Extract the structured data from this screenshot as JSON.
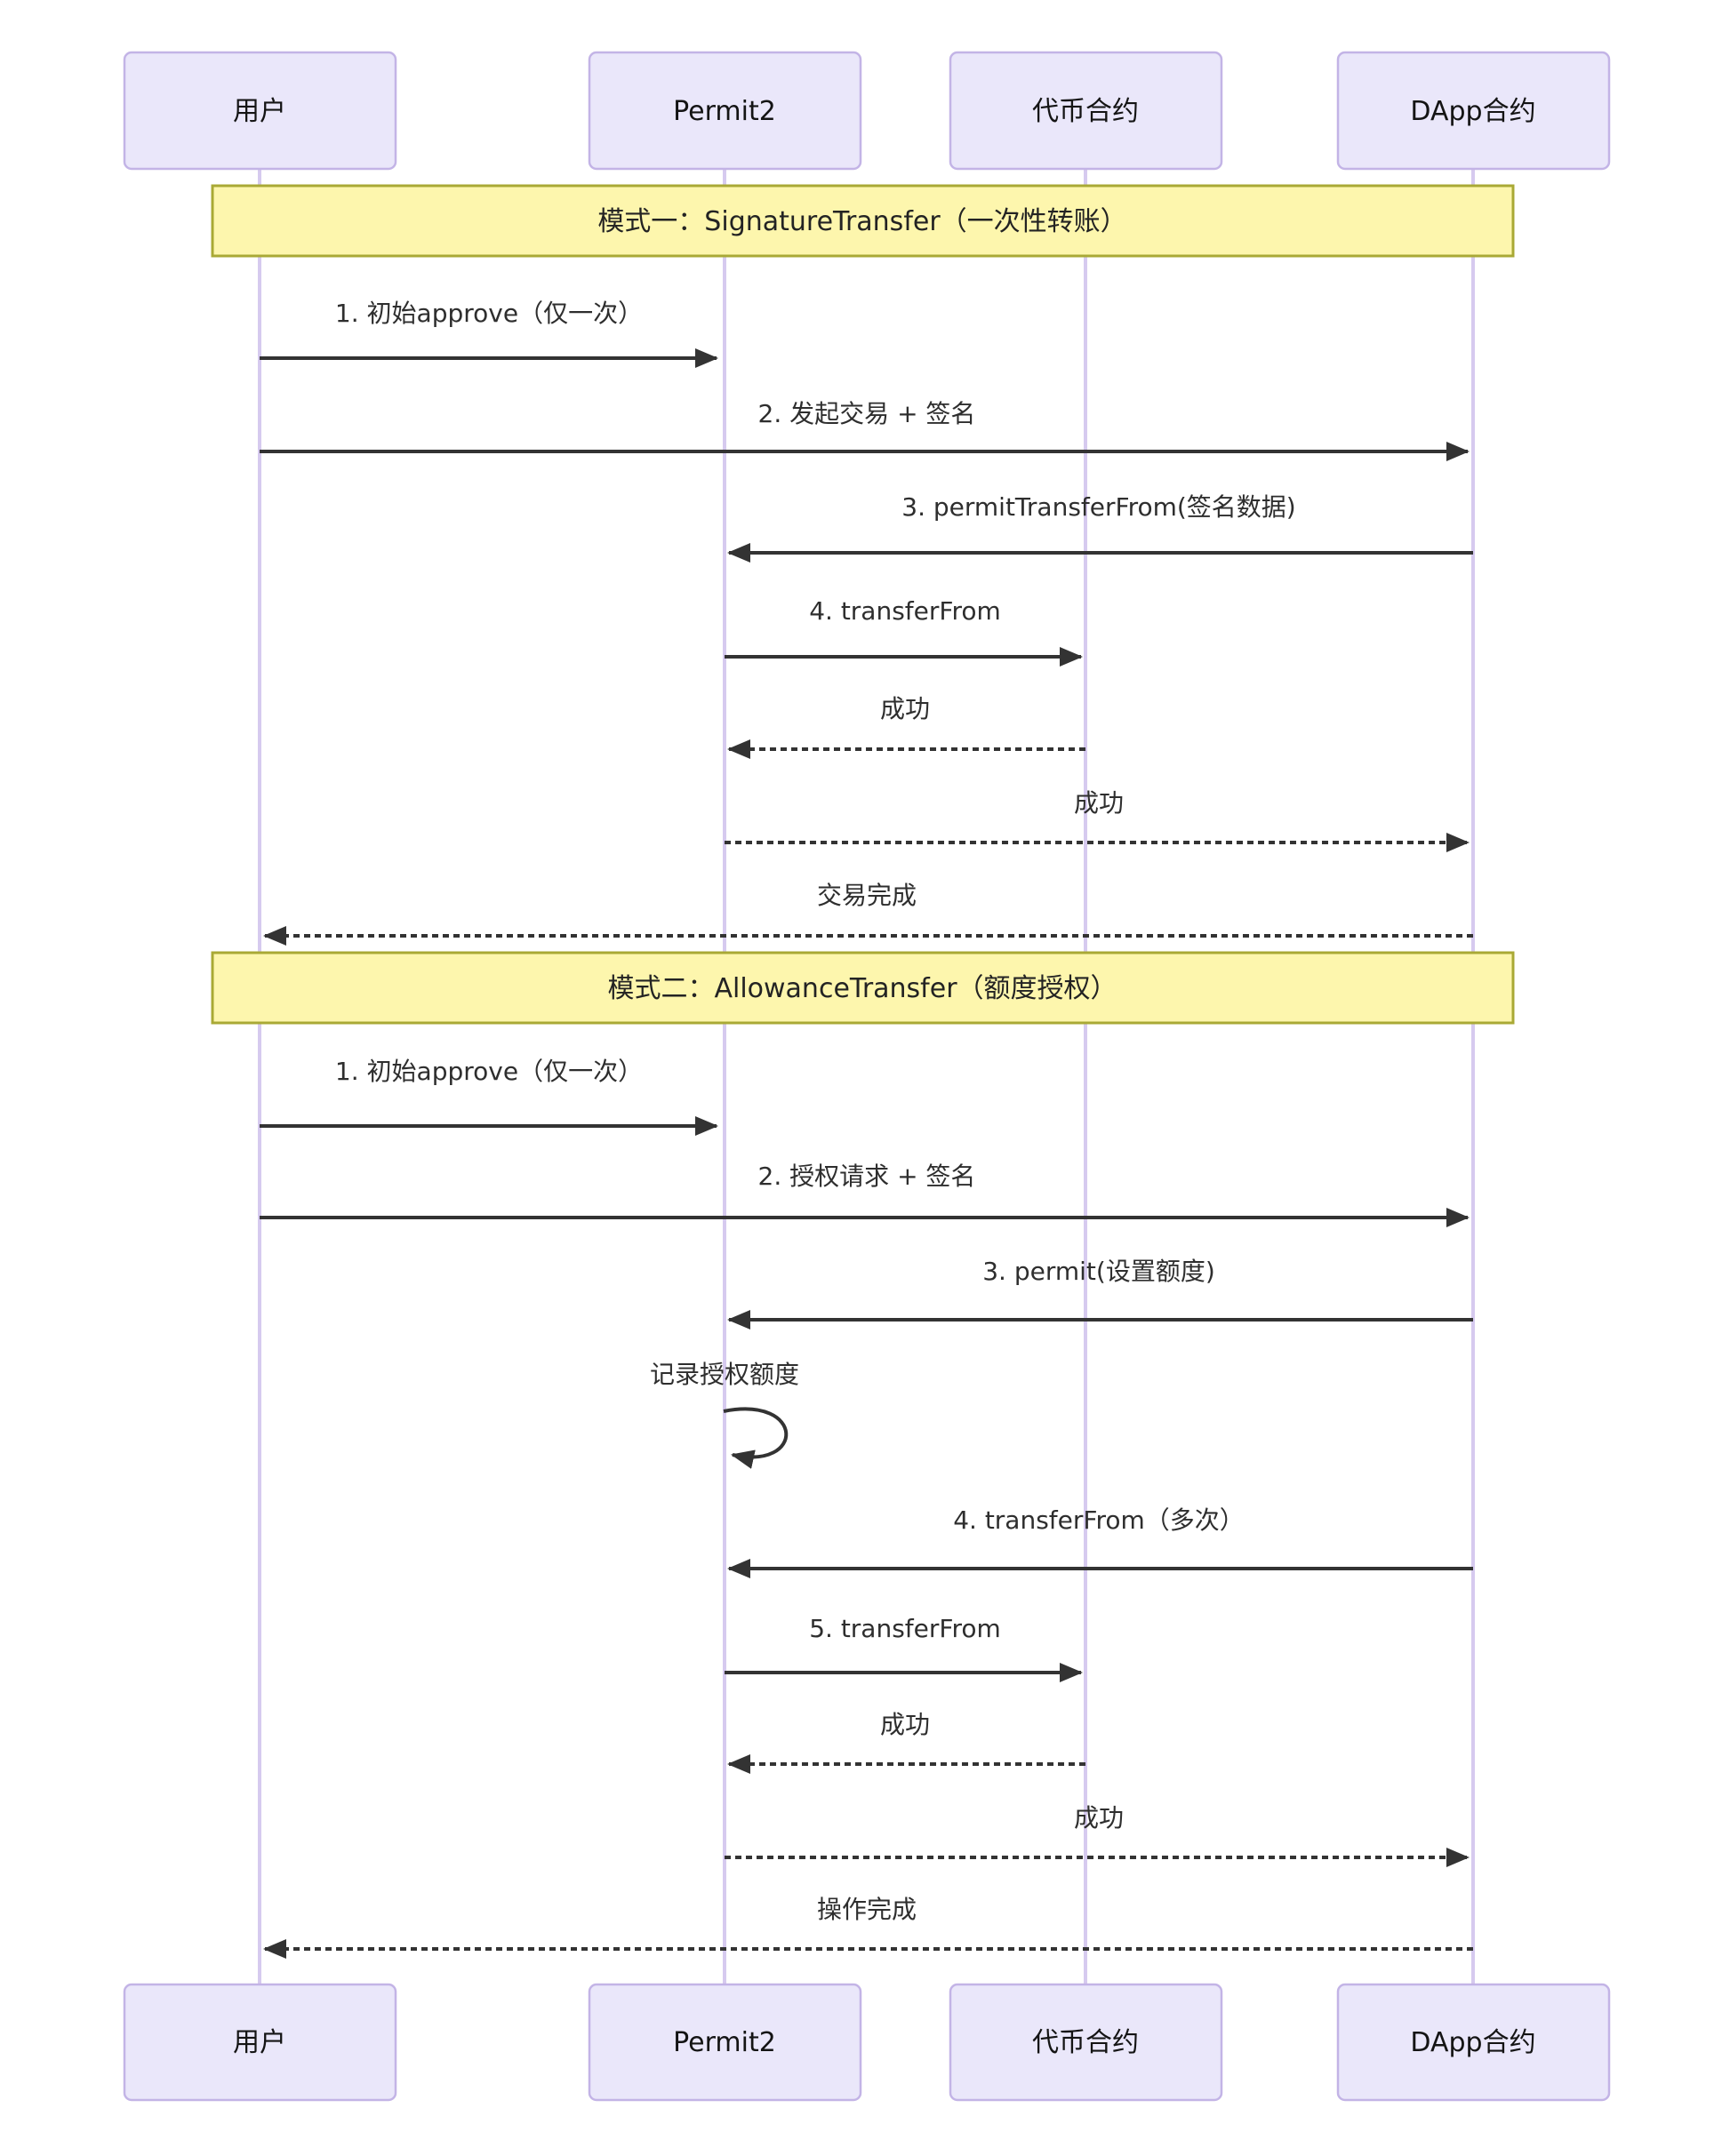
{
  "diagram_type": "sequence",
  "colors": {
    "background": "#ffffff",
    "actor_fill": "#eae7fa",
    "actor_border": "#c3b4e6",
    "lifeline": "#d6caef",
    "banner_fill": "#fdf6ad",
    "banner_border": "#a9a935",
    "arrow": "#333333",
    "text": "#2e2e2e"
  },
  "actors": [
    {
      "id": "user",
      "label": "用户"
    },
    {
      "id": "permit2",
      "label": "Permit2"
    },
    {
      "id": "token-contract",
      "label": "代币合约"
    },
    {
      "id": "dapp-contract",
      "label": "DApp合约"
    }
  ],
  "sections": [
    {
      "title": "模式一：SignatureTransfer（一次性转账）",
      "messages": [
        {
          "label": "1. 初始approve（仅一次）",
          "from": "用户",
          "to": "Permit2",
          "line": "solid"
        },
        {
          "label": "2. 发起交易 + 签名",
          "from": "用户",
          "to": "DApp合约",
          "line": "solid"
        },
        {
          "label": "3. permitTransferFrom(签名数据)",
          "from": "DApp合约",
          "to": "Permit2",
          "line": "solid"
        },
        {
          "label": "4. transferFrom",
          "from": "Permit2",
          "to": "代币合约",
          "line": "solid"
        },
        {
          "label": "成功",
          "from": "代币合约",
          "to": "Permit2",
          "line": "dashed"
        },
        {
          "label": "成功",
          "from": "Permit2",
          "to": "DApp合约",
          "line": "dashed"
        },
        {
          "label": "交易完成",
          "from": "DApp合约",
          "to": "用户",
          "line": "dashed"
        }
      ]
    },
    {
      "title": "模式二：AllowanceTransfer（额度授权）",
      "messages": [
        {
          "label": "1. 初始approve（仅一次）",
          "from": "用户",
          "to": "Permit2",
          "line": "solid"
        },
        {
          "label": "2. 授权请求 + 签名",
          "from": "用户",
          "to": "DApp合约",
          "line": "solid"
        },
        {
          "label": "3. permit(设置额度)",
          "from": "DApp合约",
          "to": "Permit2",
          "line": "solid"
        },
        {
          "label": "记录授权额度",
          "from": "Permit2",
          "to": "Permit2",
          "line": "self"
        },
        {
          "label": "4. transferFrom（多次）",
          "from": "DApp合约",
          "to": "Permit2",
          "line": "solid"
        },
        {
          "label": "5. transferFrom",
          "from": "Permit2",
          "to": "代币合约",
          "line": "solid"
        },
        {
          "label": "成功",
          "from": "代币合约",
          "to": "Permit2",
          "line": "dashed"
        },
        {
          "label": "成功",
          "from": "Permit2",
          "to": "DApp合约",
          "line": "dashed"
        },
        {
          "label": "操作完成",
          "from": "DApp合约",
          "to": "用户",
          "line": "dashed"
        }
      ]
    }
  ]
}
